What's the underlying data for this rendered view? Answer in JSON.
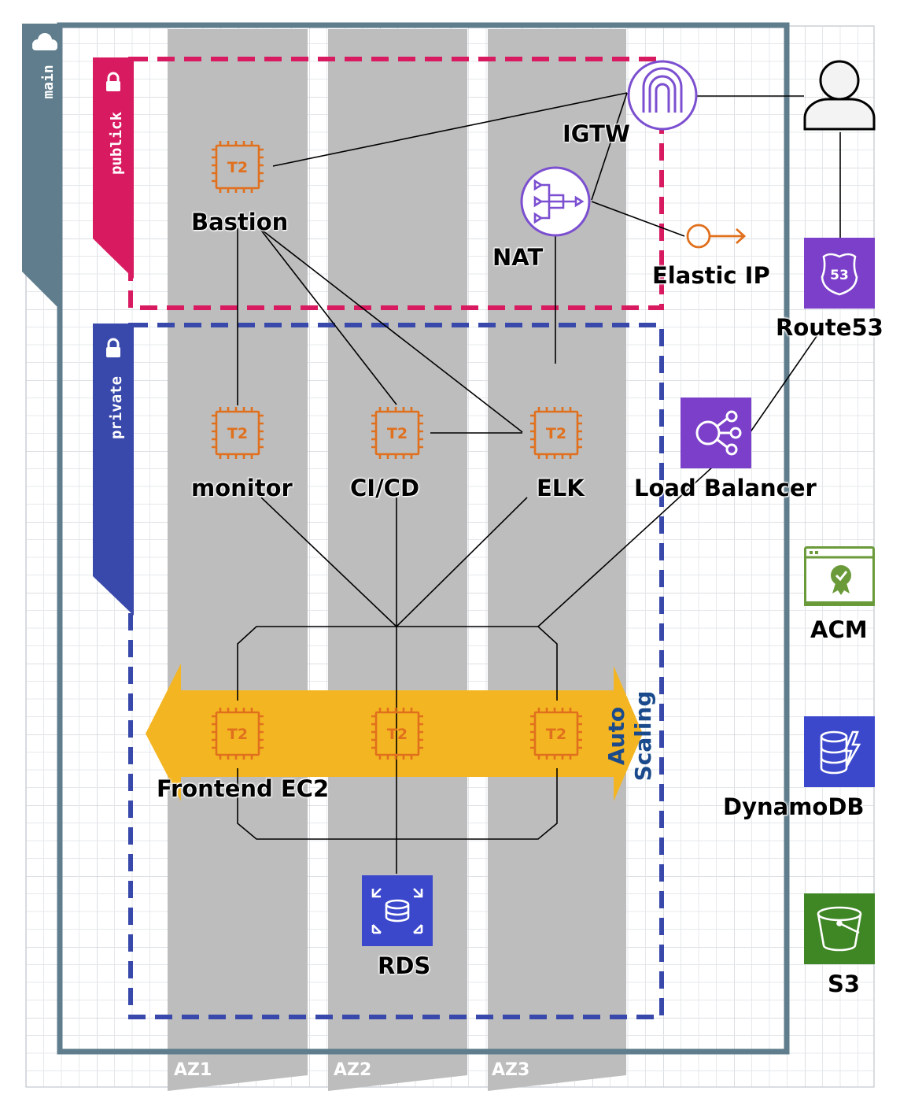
{
  "colors": {
    "vpc": "#5f7d8c",
    "public": "#d81b60",
    "private": "#3949ab",
    "az": "#bdbdbd",
    "ec2": "#e0701d",
    "network": "#7b4fd0",
    "autoscaling": "#f4b522",
    "autoscaling_text": "#1a4a8c",
    "acm": "#6a9a3a",
    "dynamodb": "#3b48cc",
    "rds": "#3b48cc",
    "s3": "#3f8624"
  },
  "vpc": {
    "label": "main",
    "icon": "cloud-icon"
  },
  "subnets": {
    "public": {
      "label": "publick",
      "icon": "lock-icon"
    },
    "private": {
      "label": "private",
      "icon": "lock-icon"
    }
  },
  "azs": [
    "AZ1",
    "AZ2",
    "AZ3"
  ],
  "instances": {
    "chip_text": "T2",
    "bastion": "Bastion",
    "monitor": "monitor",
    "cicd": "CI/CD",
    "elk": "ELK",
    "frontend": "Frontend EC2"
  },
  "network": {
    "igtw": "IGTW",
    "nat": "NAT",
    "eip": "Elastic IP",
    "lb": "Load Balancer"
  },
  "autoscaling": {
    "line1": "Auto",
    "line2": "Scaling"
  },
  "services": {
    "route53": "Route53",
    "route53_badge": "53",
    "acm": "ACM",
    "dynamodb": "DynamoDB",
    "rds": "RDS",
    "s3": "S3"
  },
  "user": {
    "icon": "user-icon"
  }
}
